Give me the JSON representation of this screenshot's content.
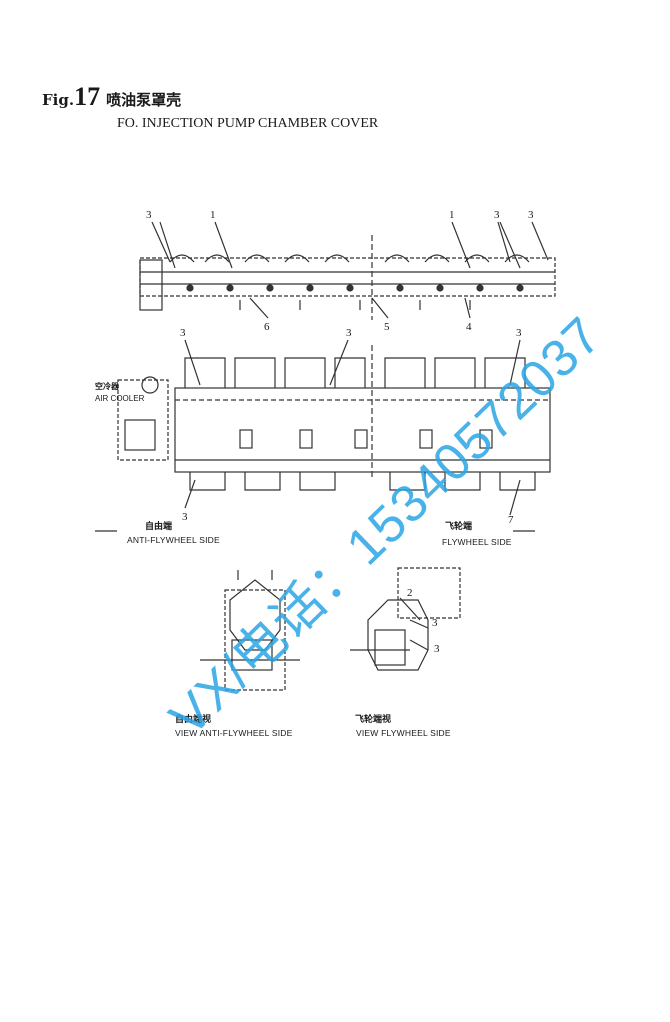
{
  "figure": {
    "prefix": "Fig.",
    "number": "17",
    "title_cn": "喷油泵罩壳",
    "title_en": "FO. INJECTION PUMP CHAMBER COVER"
  },
  "callouts": {
    "top_left_3": "3",
    "top_left_1": "1",
    "top_right_1": "1",
    "top_right_3a": "3",
    "top_right_3b": "3",
    "num_6": "6",
    "num_5": "5",
    "num_4": "4",
    "mid_3a": "3",
    "mid_3b": "3",
    "mid_3c": "3",
    "bottom_3": "3",
    "bottom_7": "7",
    "view_r_2": "2",
    "view_r_3a": "3",
    "view_r_3b": "3"
  },
  "labels": {
    "air_cooler_cn": "空冷器",
    "air_cooler_en": "AIR COOLER",
    "anti_side_cn": "自由端",
    "anti_side_en": "ANTI-FLYWHEEL SIDE",
    "fly_side_cn": "飞轮端",
    "fly_side_en": "FLYWHEEL SIDE",
    "view_anti_cn": "自由端视",
    "view_anti_en": "VIEW  ANTI-FLYWHEEL SIDE",
    "view_fly_cn": "飞轮端视",
    "view_fly_en": "VIEW  FLYWHEEL SIDE"
  },
  "watermark": {
    "text": "VX/电话：15340572037",
    "color": "#2aa6e6"
  }
}
